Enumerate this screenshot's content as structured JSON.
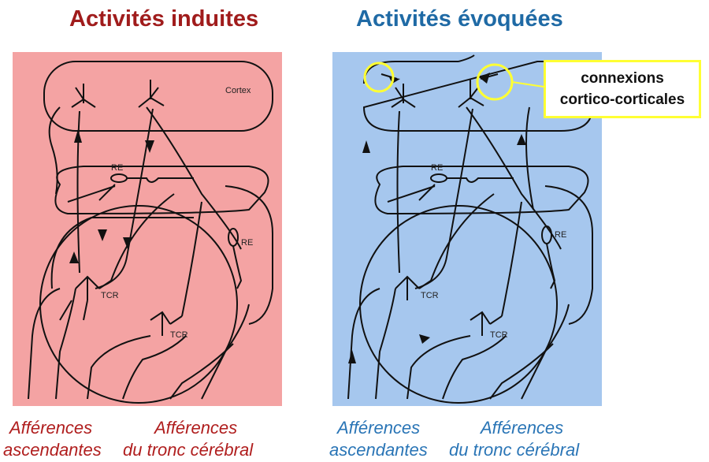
{
  "titles": {
    "left": "Activités induites",
    "right": "Activités évoquées"
  },
  "diagram_labels": {
    "cortex": "Cortex",
    "re": "RE",
    "tcr": "TCR"
  },
  "callout": {
    "line1": "connexions",
    "line2": "cortico-corticales"
  },
  "captions": {
    "afferences": "Afférences",
    "ascendantes": "ascendantes",
    "tronc": "du tronc cérébral"
  },
  "colors": {
    "left_title": "#a01c1c",
    "right_title": "#1f6aa5",
    "left_panel": "#f4a3a3",
    "right_panel": "#a6c7ee",
    "highlight": "#ffff33"
  }
}
